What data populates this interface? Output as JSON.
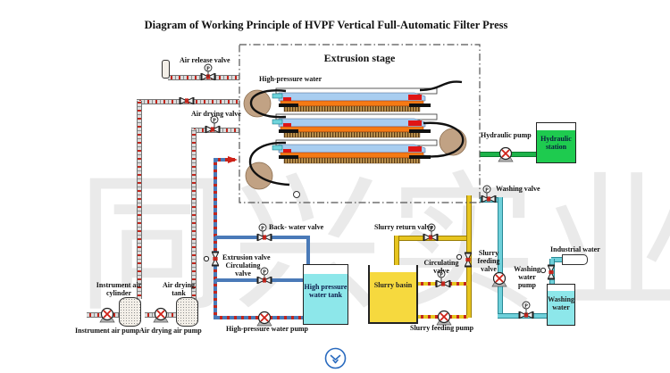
{
  "title": "Diagram of Working Principle of HVPF Vertical Full-Automatic Filter Press",
  "watermark_text": "同兴实业",
  "symbols": {
    "gauge_letter": "P"
  },
  "stage": {
    "label": "Extrusion stage",
    "feed_label": "High-pressure water"
  },
  "air_system": {
    "air_release_valve": "Air release valve",
    "air_drying_valve": "Air drying valve",
    "instrument_air_cylinder": "Instrument air cylinder",
    "air_drying_tank": "Air drying tank",
    "instrument_air_pump": "Instrument air pump",
    "air_drying_air_pump": "Air drying air pump"
  },
  "water_system": {
    "back_water_valve": "Back- water valve",
    "extrusion_valve": "Extrusion valve",
    "circulating_valve": "Circulating valve",
    "tank": "High pressure water tank",
    "pump": "High-pressure water pump"
  },
  "slurry_system": {
    "return_valve": "Slurry return valve",
    "feeding_valve": "Slurry feeding valve",
    "circulating_valve": "Circulating valve",
    "basin": "Slurry basin",
    "feeding_pump": "Slurry feeding pump"
  },
  "washing_system": {
    "washing_valve": "Washing valve",
    "pump": "Washing water pump",
    "tank": "Washing water",
    "industrial_water": "Industrial water"
  },
  "hydraulic_system": {
    "pump": "Hydraulic pump",
    "station": "Hydraulic station"
  },
  "colors": {
    "pipe_dash_red": "#c2251c",
    "water_pipe": "#4a7ab8",
    "slurry_pipe": "#e7c51f",
    "washing_pipe": "#6fd0da",
    "hydraulic_pipe": "#1db34a",
    "hydraulic_station_fill": "#1ecb4f",
    "water_tank_fill": "#8de7ea",
    "slurry_fill": "#f6d93e",
    "plate_pressing_bar": "#f57a14",
    "plate_chamber": "#a8cdf0",
    "roller": "#c1a284",
    "scroll_button": "#2a6bbf"
  }
}
